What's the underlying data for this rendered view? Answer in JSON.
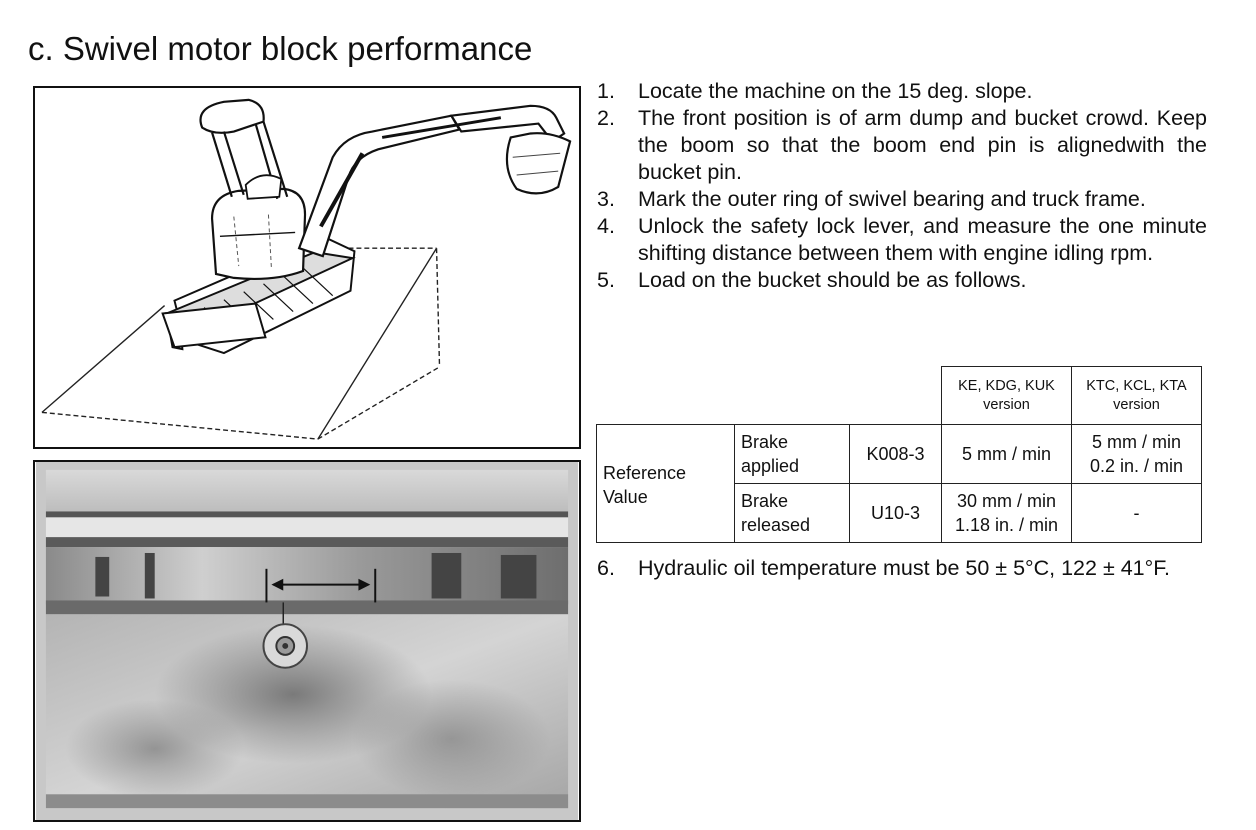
{
  "title": "c. Swivel motor block performance",
  "steps": [
    {
      "num": "1.",
      "text": "Locate the machine on  the 15 deg. slope."
    },
    {
      "num": "2.",
      "text": "The front position is of arm dump and bucket crowd. Keep the boom so that the boom end pin is alignedwith the bucket pin."
    },
    {
      "num": "3.",
      "text": "Mark the outer ring of swivel bearing and truck frame."
    },
    {
      "num": "4.",
      "text": "Unlock the safety lock lever, and measure the one minute shifting distance between them with engine idling rpm."
    },
    {
      "num": "5.",
      "text": "Load on the bucket should be as follows."
    }
  ],
  "table": {
    "col_headers": [
      "KE, KDG, KUK version",
      "KTC, KCL, KTA version"
    ],
    "row_group_label": "Reference Value",
    "rows": [
      {
        "condition": "Brake applied",
        "model": "K008-3",
        "ke_value": "5 mm / min",
        "ktc_value": "5 mm / min 0.2 in. / min"
      },
      {
        "condition": "Brake released",
        "model": "U10-3",
        "ke_value": "30 mm / min 1.18 in. / min",
        "ktc_value": "-"
      }
    ]
  },
  "step6": {
    "num": "6.",
    "text": "Hydraulic oil temperature must be 50 ± 5°C, 122 ± 41°F."
  },
  "figures": [
    {
      "icon": "excavator-on-slope-illustration"
    },
    {
      "icon": "swivel-bearing-photo-with-measurement-arrow"
    }
  ]
}
